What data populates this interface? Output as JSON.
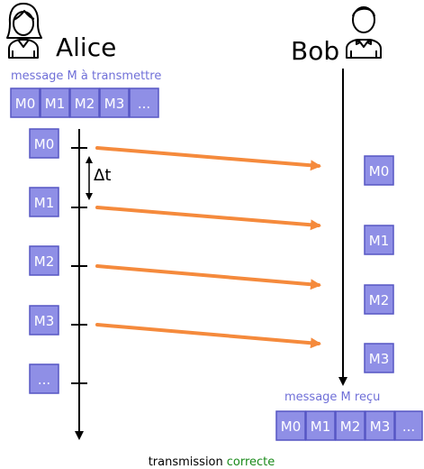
{
  "actors": {
    "sender_name": "Alice",
    "receiver_name": "Bob"
  },
  "sender_caption": "message M à transmettre",
  "receiver_caption": "message M reçu",
  "message_blocks": [
    "M0",
    "M1",
    "M2",
    "M3",
    "..."
  ],
  "received_blocks": [
    "M0",
    "M1",
    "M2",
    "M3",
    "..."
  ],
  "timeline_sends": [
    "M0",
    "M1",
    "M2",
    "M3",
    "..."
  ],
  "timeline_receipts": [
    "M0",
    "M1",
    "M2",
    "M3"
  ],
  "interval_label": "Δt",
  "footer": {
    "prefix": "transmission",
    "status": "correcte"
  },
  "colors": {
    "block_fill": "#8f8fe6",
    "block_stroke": "#5656c4",
    "caption": "#7070d8",
    "arrow": "#f58a3c",
    "timeline": "#000000",
    "status_ok": "#1a8a1a"
  }
}
